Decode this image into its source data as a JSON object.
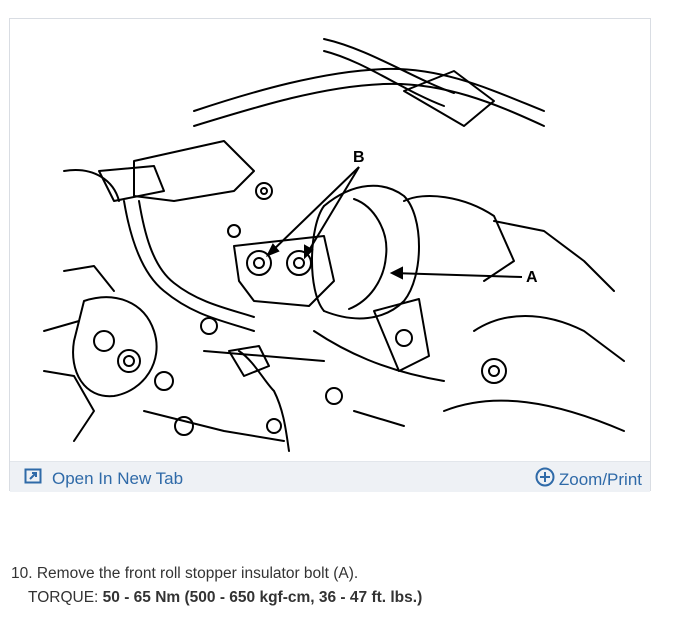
{
  "figure": {
    "label_a": "A",
    "label_b": "B"
  },
  "toolbar": {
    "open_tab_label": "Open In New Tab",
    "zoom_print_label": "Zoom/Print",
    "open_tab_icon": "open-in-new-tab-icon",
    "zoom_icon": "plus-circle-icon",
    "link_color": "#2f6aa8"
  },
  "instructions": {
    "step_text": "10. Remove the front roll stopper insulator bolt (A).",
    "torque_label": "TORQUE: ",
    "torque_value": "50 - 65 Nm (500 - 650 kgf-cm, 36 - 47 ft. lbs.)"
  }
}
